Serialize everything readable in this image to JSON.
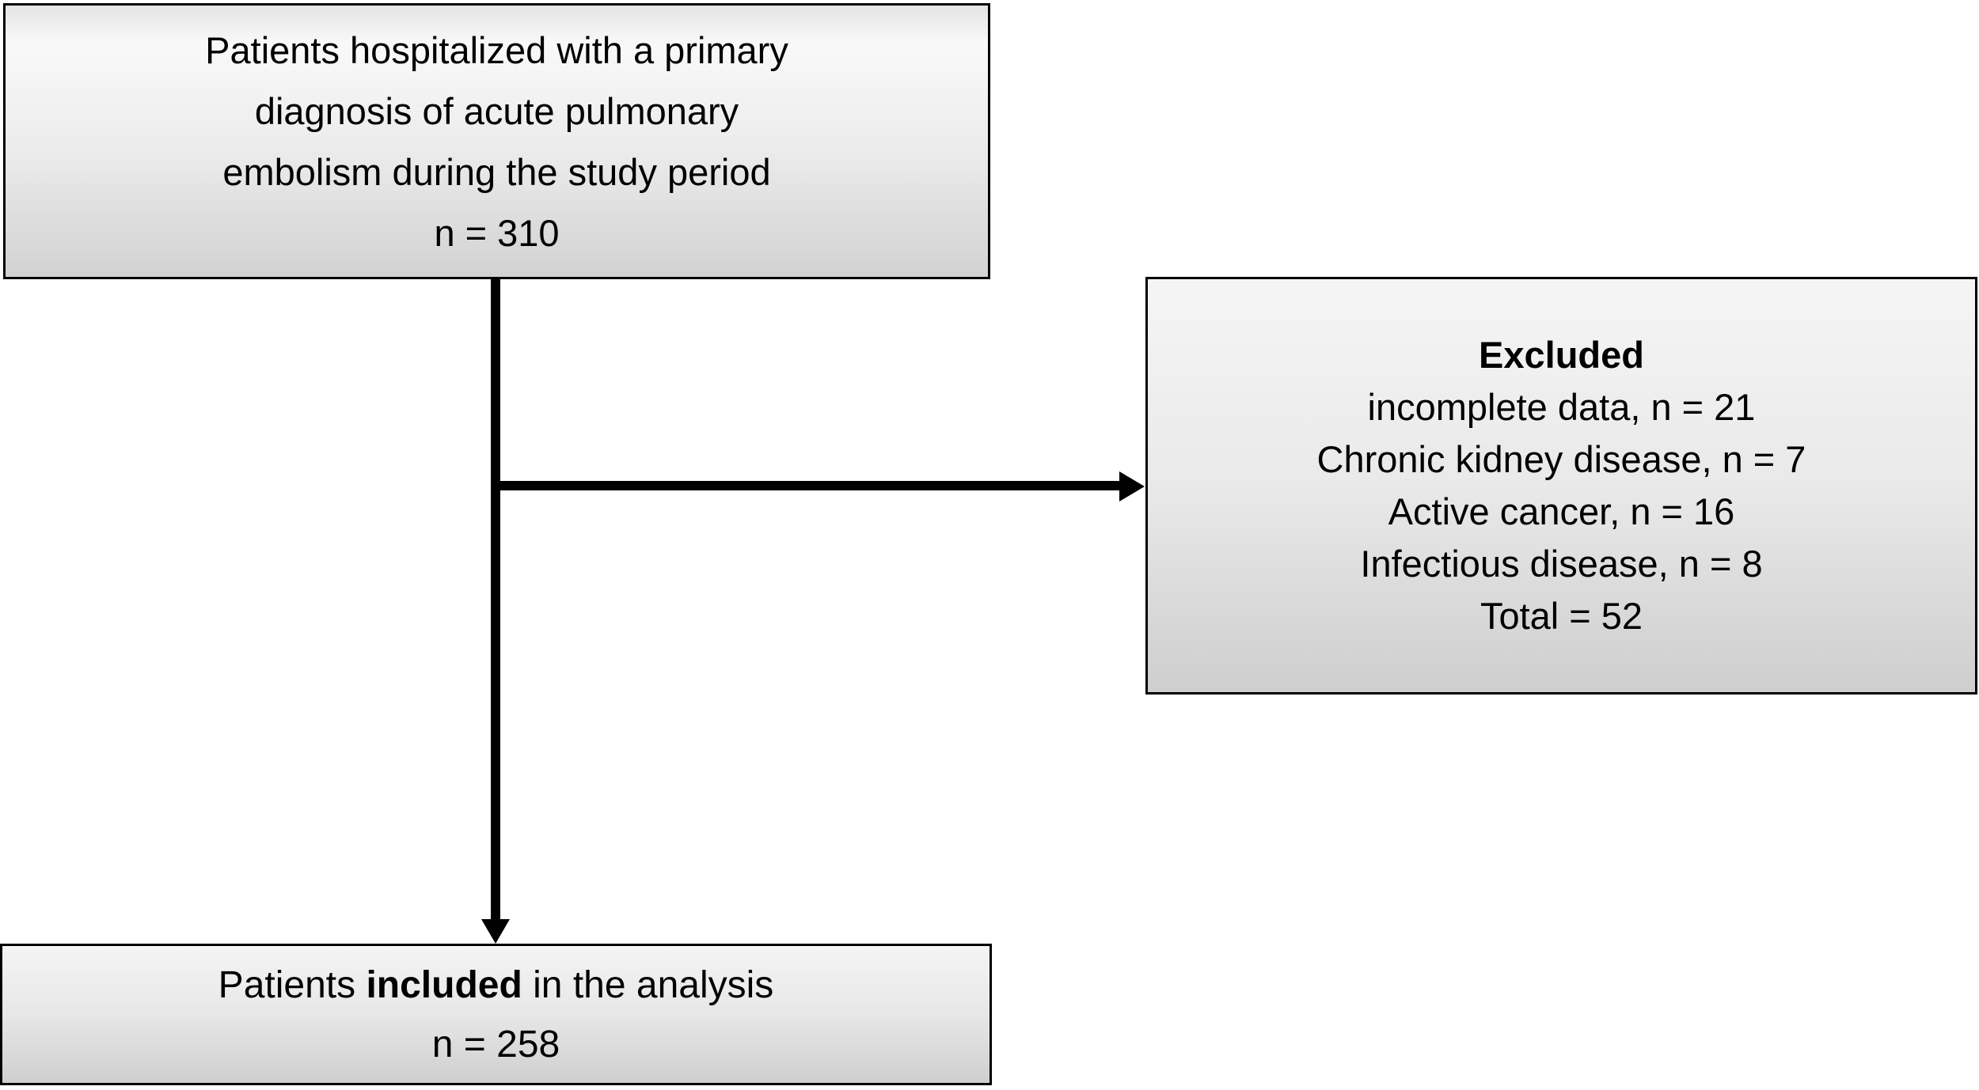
{
  "figure": {
    "boxes": {
      "enrolled": {
        "lines": [
          "Patients hospitalized with a primary",
          "diagnosis of acute pulmonary",
          "embolism during the study period",
          "n = 310"
        ]
      },
      "excluded": {
        "title": "Excluded",
        "items": [
          "incomplete data, n = 21",
          "Chronic kidney disease, n = 7",
          "Active cancer, n = 16",
          "Infectious disease, n = 8",
          "Total = 52"
        ]
      },
      "included": {
        "text_before_bold": "Patients ",
        "bold_word": "included",
        "text_after_bold": " in the analysis",
        "count": "n = 258"
      }
    },
    "colors": {
      "border": "#000000",
      "text": "#000000",
      "arrow": "#000000",
      "box_fill_light": "#f8f8f8",
      "box_fill_dark": "#d0d0d0"
    }
  }
}
